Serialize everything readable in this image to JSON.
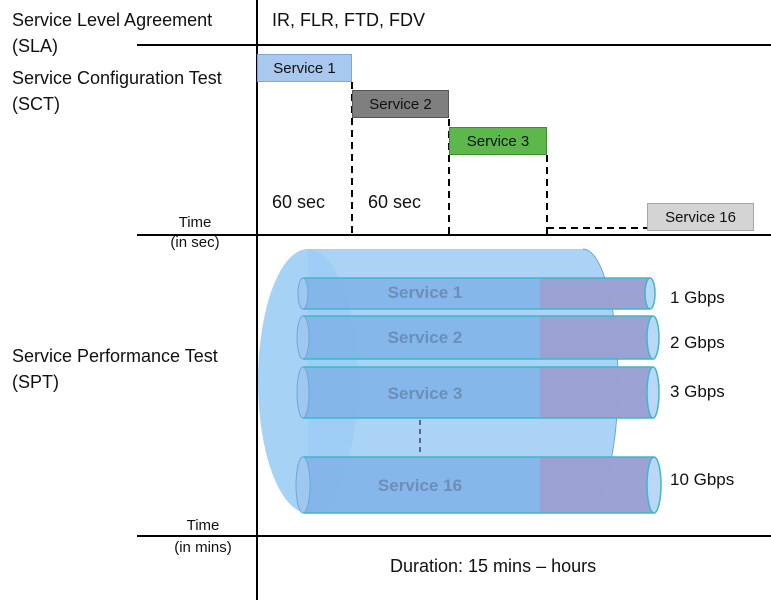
{
  "sla": {
    "label_line1": "Service Level Agreement",
    "label_line2": "(SLA)",
    "metrics": "IR, FLR, FTD, FDV"
  },
  "sct": {
    "label_line1": "Service Configuration  Test",
    "label_line2": "(SCT)",
    "boxes": [
      {
        "label": "Service 1",
        "fill": "#a9c8ee",
        "border": "#7fa6d6"
      },
      {
        "label": "Service 2",
        "fill": "#7f7f7f",
        "border": "#555555"
      },
      {
        "label": "Service 3",
        "fill": "#5cb84a",
        "border": "#3c8f2e"
      },
      {
        "label": "Service 16",
        "fill": "#d4d4d4",
        "border": "#a6a6a6"
      }
    ],
    "durations": [
      "60 sec",
      "60 sec"
    ],
    "time_label_line1": "Time",
    "time_label_line2": "(in sec)"
  },
  "spt": {
    "label_line1": "Service Performance Test",
    "label_line2": "(SPT)",
    "tubes": [
      {
        "label": "Service 1",
        "bandwidth": "1 Gbps"
      },
      {
        "label": "Service 2",
        "bandwidth": "2 Gbps"
      },
      {
        "label": "Service 3",
        "bandwidth": "3 Gbps"
      },
      {
        "label": "Service 16",
        "bandwidth": "10 Gbps"
      }
    ],
    "time_label_line1": "Time",
    "time_label_line2": "(in mins)",
    "duration": "Duration: 15 mins – hours"
  }
}
